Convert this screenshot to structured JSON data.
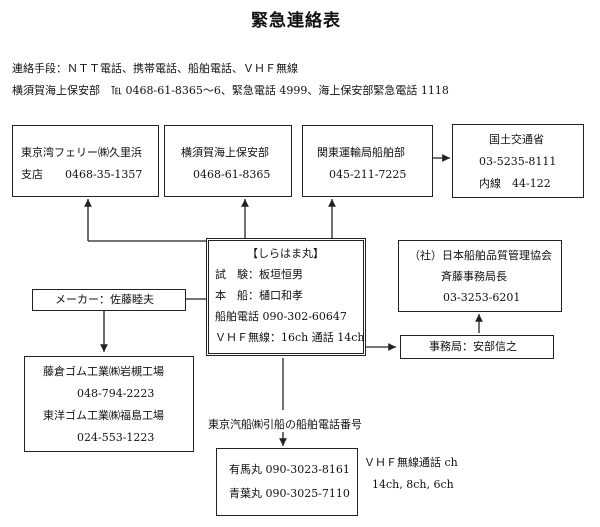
{
  "title": "緊急連絡表",
  "header": {
    "line1": "連絡手段：ＮＴＴ電話、携帯電話、船舶電話、ＶＨＦ無線",
    "line2": "横須賀海上保安部　℡ 0468-61-8365～6、緊急電話 4999、海上保安部緊急電話 1118"
  },
  "top_boxes": [
    {
      "lines": [
        "東京湾フェリー㈱久里浜",
        "支店　　0468-35-1357"
      ]
    },
    {
      "lines": [
        "横須賀海上保安部",
        "0468-61-8365"
      ]
    },
    {
      "lines": [
        "関東運輸局船舶部",
        "045-211-7225"
      ]
    },
    {
      "lines": [
        "国土交通省",
        "03-5235-8111",
        "内線　44-122"
      ]
    }
  ],
  "center_box": {
    "lines": [
      "【しらはま丸】",
      "試　験：板垣恒男",
      "本　船：樋口和孝",
      "船舶電話 090-302-60647",
      "ＶＨＦ無線：16ch 通話 14ch"
    ]
  },
  "maker_box": {
    "label": "メーカー：佐藤睦夫"
  },
  "factory_box": {
    "lines": [
      "藤倉ゴム工業㈱岩槻工場",
      "048-794-2223",
      "東洋ゴム工業㈱福島工場",
      "024-553-1223"
    ]
  },
  "assoc_box": {
    "lines": [
      "（社）日本船舶品質管理協会",
      "斉藤事務局長",
      "03-3253-6201"
    ]
  },
  "office_box": {
    "label": "事務局：安部信之"
  },
  "tug_label": "東京汽船㈱引船の船舶電話番号",
  "tug_box": {
    "lines": [
      "有馬丸 090-3023-8161",
      "青葉丸 090-3025-7110"
    ]
  },
  "vhf_note": {
    "line1": "ＶＨＦ無線通話 ch",
    "line2": "14ch, 8ch, 6ch"
  }
}
